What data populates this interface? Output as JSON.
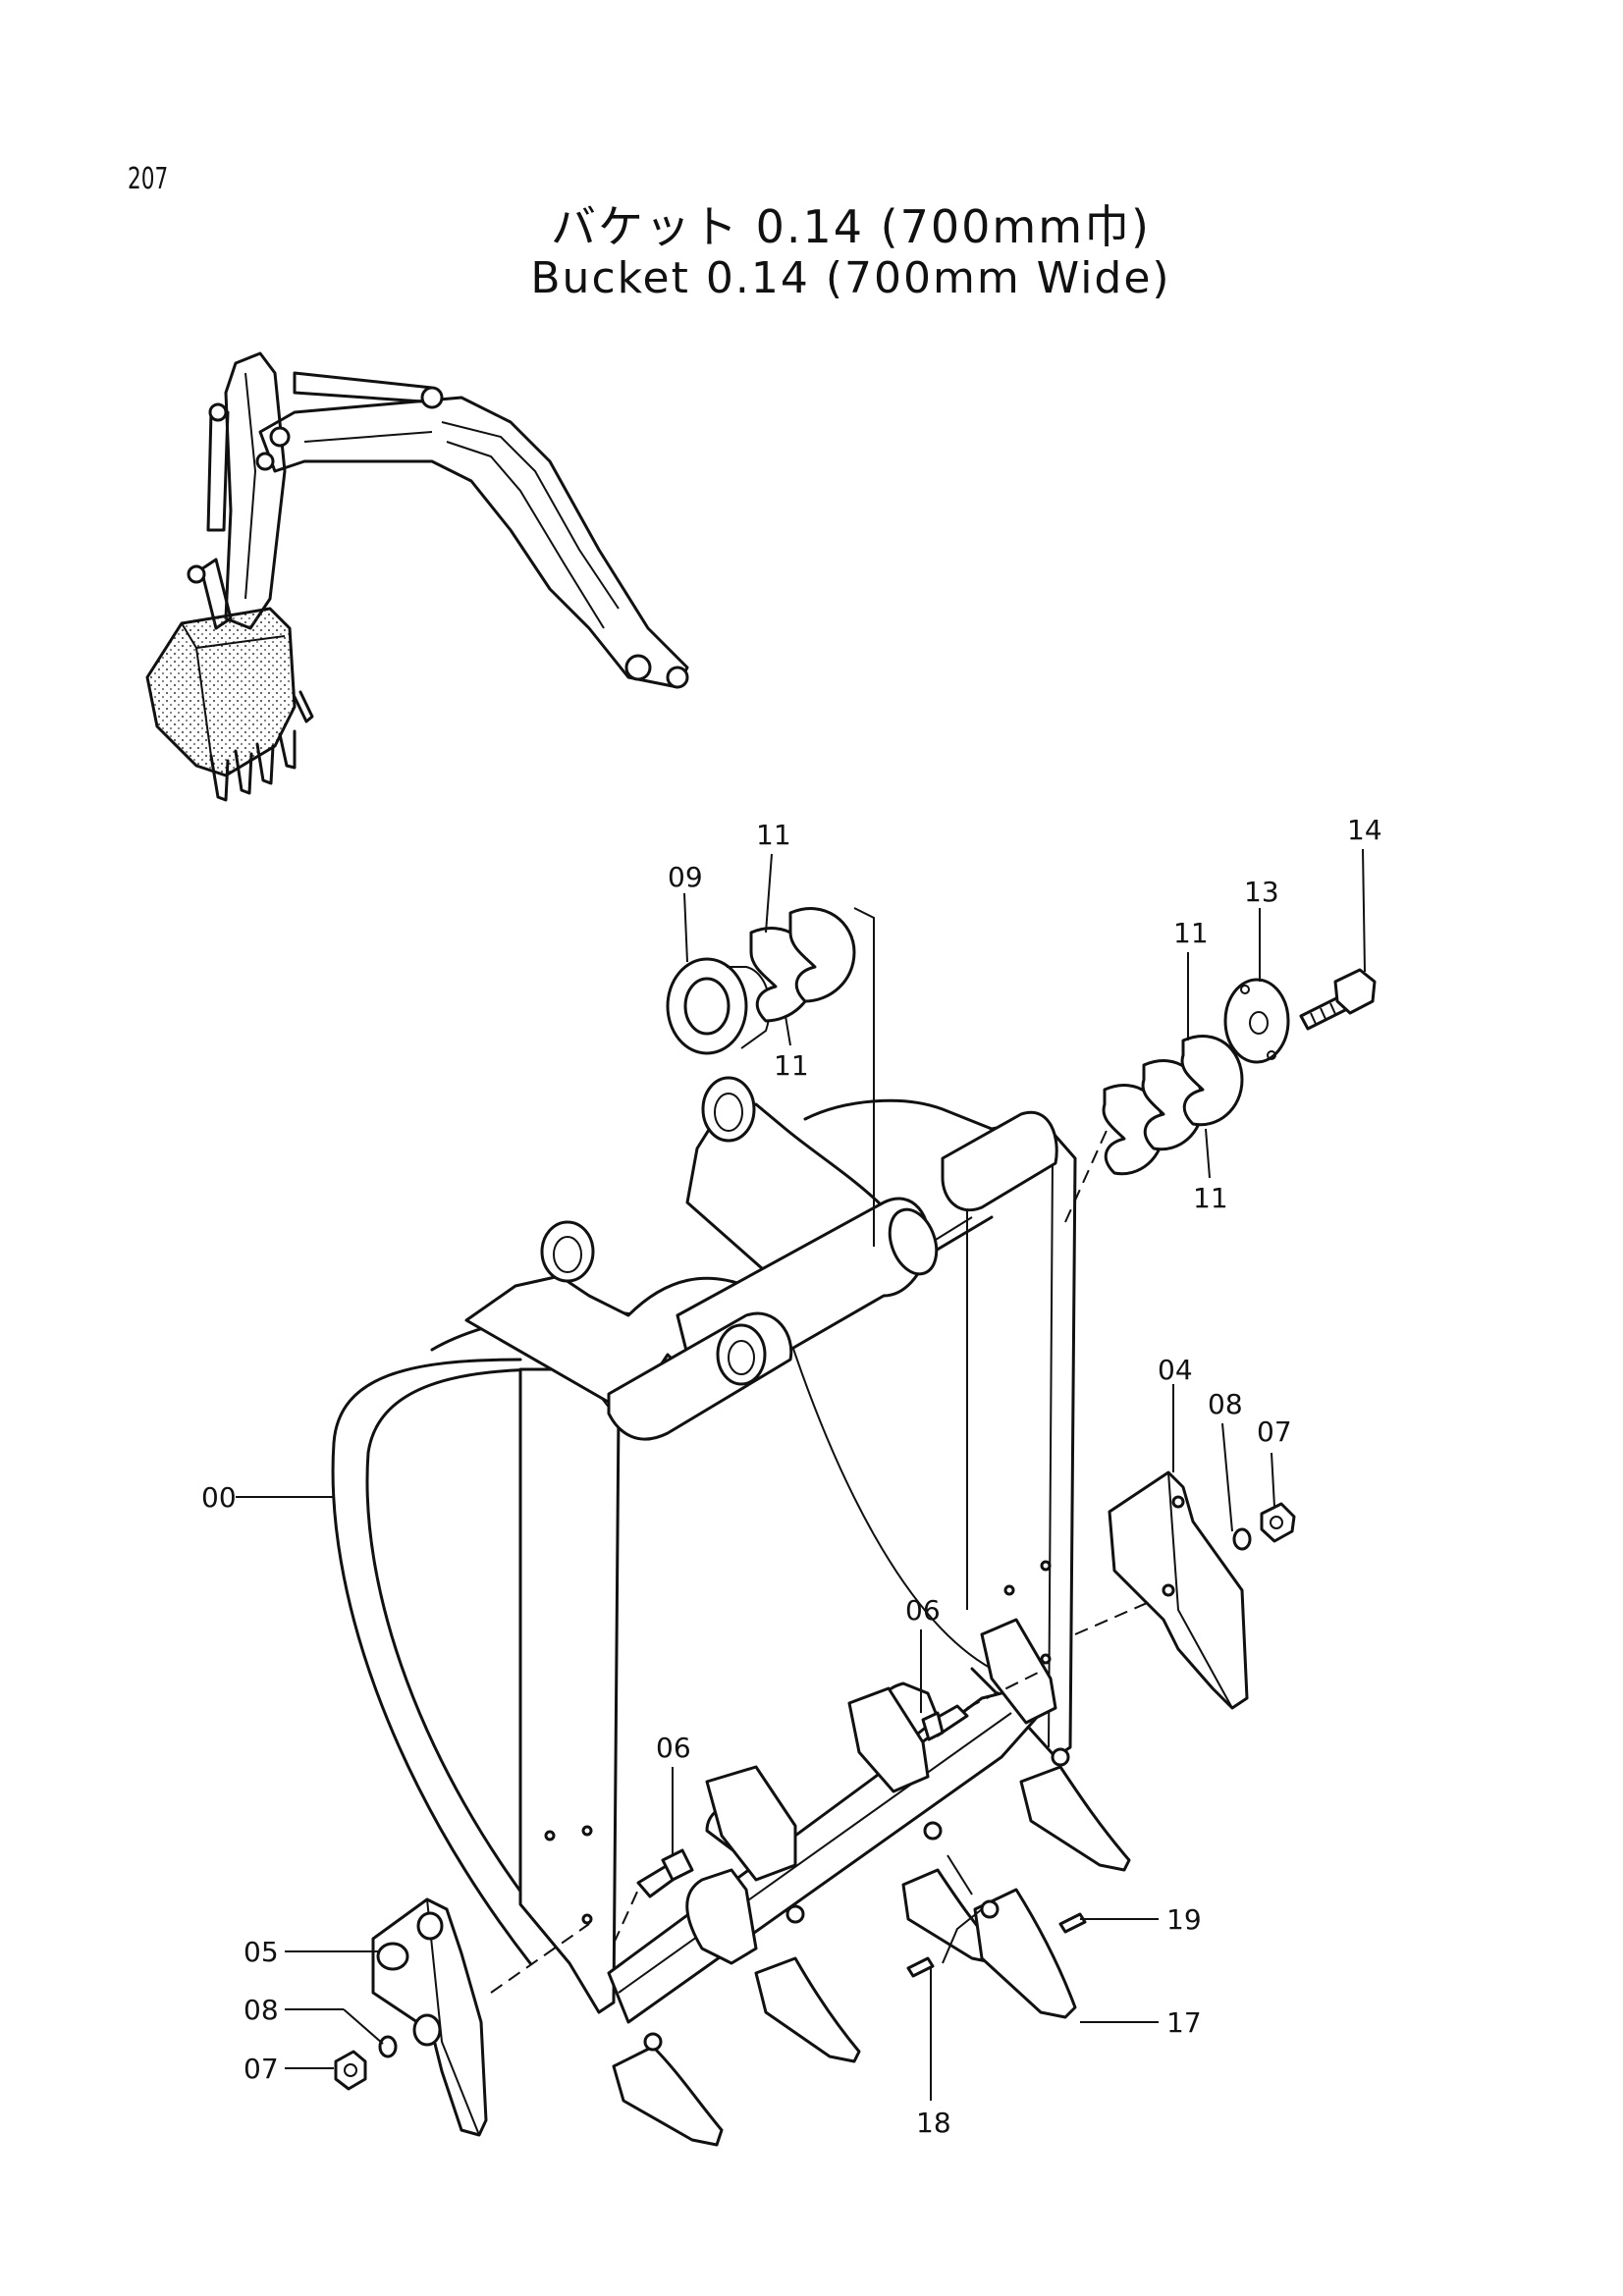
{
  "page": {
    "number": "207"
  },
  "title": {
    "japanese": "バケット 0.14 (700mm巾)",
    "english": "Bucket 0.14 (700mm Wide)"
  },
  "callouts": {
    "c00": "00",
    "c04": "04",
    "c05": "05",
    "c06a": "06",
    "c06b": "06",
    "c07a": "07",
    "c07b": "07",
    "c08a": "08",
    "c08b": "08",
    "c09": "09",
    "c11a": "11",
    "c11b": "11",
    "c11c": "11",
    "c11d": "11",
    "c13": "13",
    "c14": "14",
    "c17": "17",
    "c18": "18",
    "c19": "19"
  }
}
